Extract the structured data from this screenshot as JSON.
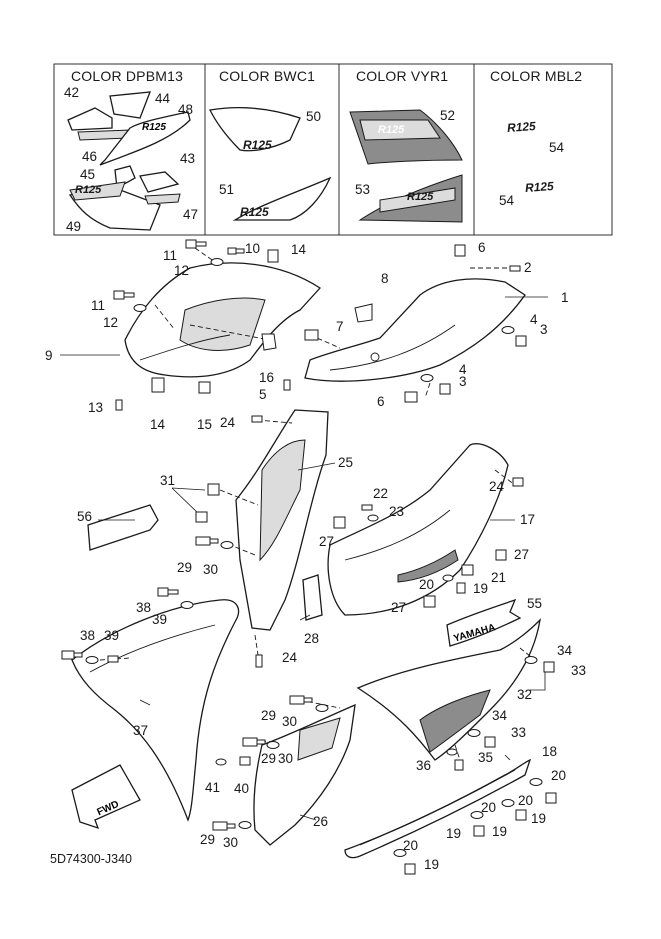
{
  "color_headers": [
    "COLOR DPBM13",
    "COLOR BWC1",
    "COLOR VYR1",
    "COLOR MBL2"
  ],
  "labels": {
    "l42": "42",
    "l44": "44",
    "l48": "48",
    "l46": "46",
    "l45": "45",
    "l43": "43",
    "l47": "47",
    "l49": "49",
    "l50": "50",
    "l51": "51",
    "l52": "52",
    "l53": "53",
    "l54a": "54",
    "l54b": "54",
    "l11a": "11",
    "l10": "10",
    "l14a": "14",
    "l12a": "12",
    "l11b": "11",
    "l12b": "12",
    "l9": "9",
    "l13": "13",
    "l14b": "14",
    "l15": "15",
    "l16": "16",
    "l5": "5",
    "l7": "7",
    "l8": "8",
    "l6a": "6",
    "l2": "2",
    "l1": "1",
    "l4a": "4",
    "l3a": "3",
    "l4b": "4",
    "l3b": "3",
    "l6b": "6",
    "l24a": "24",
    "l25": "25",
    "l31": "31",
    "l56": "56",
    "l22": "22",
    "l23": "23",
    "l24b": "24",
    "l17": "17",
    "l27a": "27",
    "l29a": "29",
    "l30a": "30",
    "l27b": "27",
    "l20a": "20",
    "l19a": "19",
    "l21": "21",
    "l27c": "27",
    "l55": "55",
    "l28": "28",
    "l24c": "24",
    "l38a": "38",
    "l39a": "39",
    "l38b": "38",
    "l39b": "39",
    "l37": "37",
    "l34a": "34",
    "l33a": "33",
    "l32": "32",
    "l29b": "29",
    "l30b": "30",
    "l29c": "29",
    "l30c": "30",
    "l34b": "34",
    "l33b": "33",
    "l36": "36",
    "l35": "35",
    "l18": "18",
    "l20b": "20",
    "l20c": "20",
    "l19b": "19",
    "l20d": "20",
    "l19c": "19",
    "l19d": "19",
    "l20e": "20",
    "l19e": "19",
    "l41": "41",
    "l40": "40",
    "l26": "26",
    "l29d": "29",
    "l30d": "30"
  },
  "decal_logo_text": "R125",
  "emblem_text": "YAMAHA",
  "fwd_text": "FWD",
  "reference_code": "5D74300-J340"
}
